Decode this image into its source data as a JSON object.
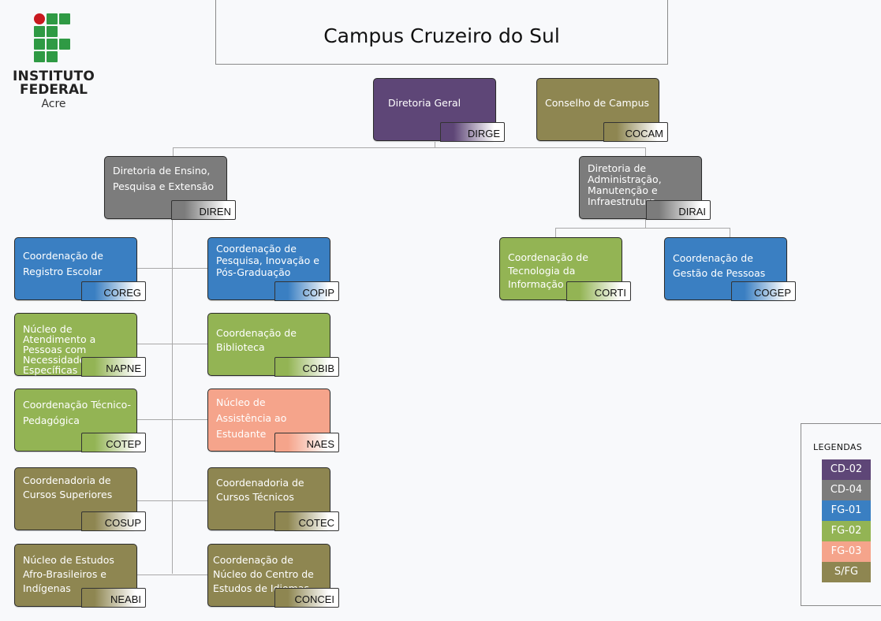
{
  "logo": {
    "line1": "INSTITUTO",
    "line2": "FEDERAL",
    "line3": "Acre",
    "colors": {
      "green": "#2f9a44",
      "red": "#c8191f"
    }
  },
  "title": "Campus Cruzeiro do Sul",
  "nodes": {
    "dirge": {
      "label": "Diretoria Geral",
      "code": "DIRGE",
      "category": "CD-02"
    },
    "cocam": {
      "label": "Conselho de Campus",
      "code": "COCAM",
      "category": "S/FG"
    },
    "diren": {
      "label": "Diretoria de Ensino, Pesquisa e Extensão",
      "code": "DIREN",
      "category": "CD-04"
    },
    "dirai": {
      "label": "Diretoria de Administração, Manutenção e Infraestrutura",
      "code": "DIRAI",
      "category": "CD-04"
    },
    "coreg": {
      "label": "Coordenação de Registro Escolar",
      "code": "COREG",
      "category": "FG-01"
    },
    "copip": {
      "label": "Coordenação de Pesquisa, Inovação e Pós-Graduação",
      "code": "COPIP",
      "category": "FG-01"
    },
    "napne": {
      "label": "Núcleo de Atendimento a Pessoas com Necessidades Específicas",
      "code": "NAPNE",
      "category": "FG-02"
    },
    "cobib": {
      "label": "Coordenação de Biblioteca",
      "code": "COBIB",
      "category": "FG-02"
    },
    "cotep": {
      "label": "Coordenação Técnico-Pedagógica",
      "code": "COTEP",
      "category": "FG-02"
    },
    "naes": {
      "label": "Núcleo de Assistência ao Estudante",
      "code": "NAES",
      "category": "FG-03"
    },
    "cosup": {
      "label": "Coordenadoria de Cursos Superiores",
      "code": "COSUP",
      "category": "S/FG"
    },
    "cotec": {
      "label": "Coordenadoria de Cursos Técnicos",
      "code": "COTEC",
      "category": "S/FG"
    },
    "neabi": {
      "label": "Núcleo de Estudos Afro-Brasileiros e Indígenas",
      "code": "NEABI",
      "category": "S/FG"
    },
    "concei": {
      "label": "Coordenação de Núcleo do Centro de Estudos de Idiomas",
      "code": "CONCEI",
      "category": "S/FG"
    },
    "corti": {
      "label": "Coordenação de Tecnologia da Informação",
      "code": "CORTI",
      "category": "FG-02"
    },
    "cogep": {
      "label": "Coordenação de Gestão de Pessoas",
      "code": "COGEP",
      "category": "FG-01"
    }
  },
  "hierarchy": {
    "DIRGE": [
      "DIREN",
      "DIRAI"
    ],
    "DIREN": [
      "COREG",
      "COPIP",
      "NAPNE",
      "COBIB",
      "COTEP",
      "NAES",
      "COSUP",
      "COTEC",
      "NEABI",
      "CONCEI"
    ],
    "DIRAI": [
      "CORTI",
      "COGEP"
    ]
  },
  "legend": {
    "title": "LEGENDAS",
    "items": [
      {
        "label": "CD-02",
        "color": "#5e4677"
      },
      {
        "label": "CD-04",
        "color": "#7c7c7c"
      },
      {
        "label": "FG-01",
        "color": "#3a7fc2"
      },
      {
        "label": "FG-02",
        "color": "#93b454"
      },
      {
        "label": "FG-03",
        "color": "#f5a48b"
      },
      {
        "label": "S/FG",
        "color": "#8e8651"
      }
    ]
  }
}
